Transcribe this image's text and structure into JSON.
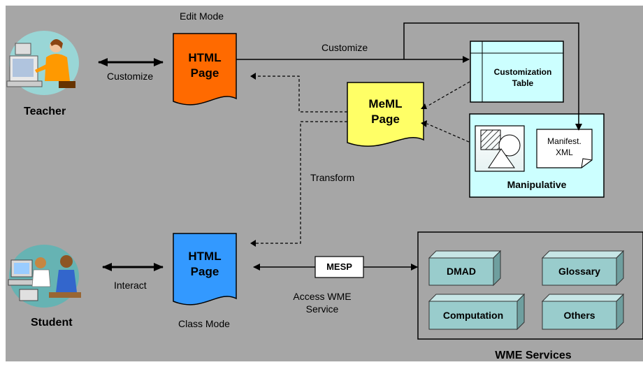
{
  "header": {
    "edit_mode": "Edit Mode",
    "class_mode": "Class Mode"
  },
  "actors": {
    "teacher": "Teacher",
    "student": "Student"
  },
  "labels": {
    "customize_left": "Customize",
    "customize_top": "Customize",
    "interact": "Interact",
    "transform": "Transform",
    "access_line1": "Access WME",
    "access_line2": "Service"
  },
  "docs": {
    "html_edit": {
      "line1": "HTML",
      "line2": "Page",
      "color": "#ff6a00"
    },
    "meml": {
      "line1": "MeML",
      "line2": "Page",
      "color": "#ffff66"
    },
    "html_class": {
      "line1": "HTML",
      "line2": "Page",
      "color": "#3399ff"
    }
  },
  "customization_table": {
    "line1": "Customization",
    "line2": "Table"
  },
  "manipulative": {
    "title": "Manipulative",
    "manifest_line1": "Manifest.",
    "manifest_line2": "XML"
  },
  "mesp": "MESP",
  "services": {
    "title": "WME Services",
    "items": [
      "DMAD",
      "Glossary",
      "Computation",
      "Others"
    ]
  },
  "colors": {
    "background": "#a6a6a6",
    "panel": "#ccffff",
    "service_box": "#99cccc"
  }
}
